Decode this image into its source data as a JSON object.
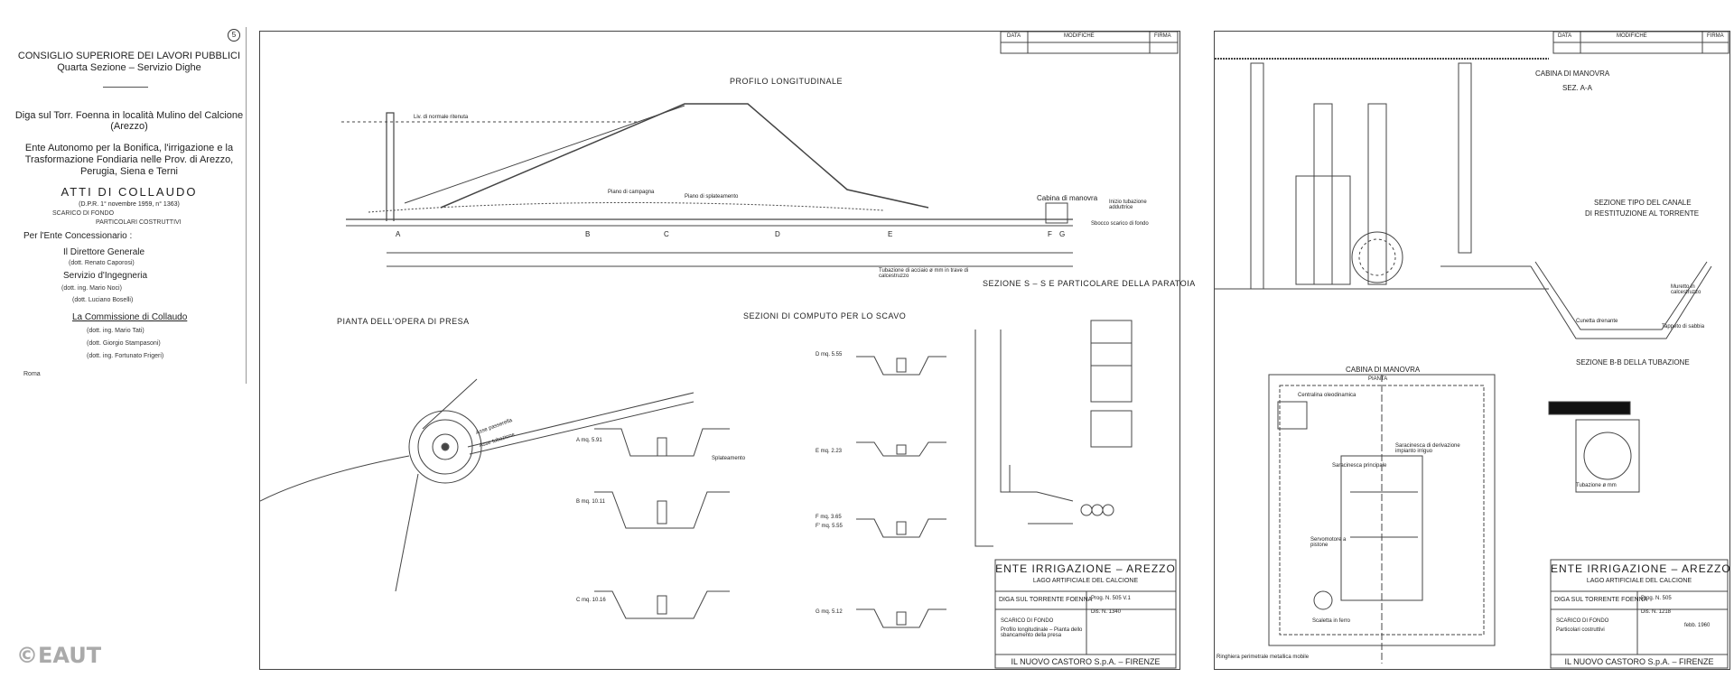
{
  "cover": {
    "page_no": "5",
    "line1": "CONSIGLIO SUPERIORE DEI LAVORI PUBBLICI",
    "line2": "Quarta Sezione  –  Servizio Dighe",
    "dam1": "Diga sul Torr. Foenna in località Mulino del Calcione",
    "dam2": "(Arezzo)",
    "ente1": "Ente Autonomo per la Bonifica, l'irrigazione e la",
    "ente2": "Trasformazione Fondiaria nelle Prov. di Arezzo,",
    "ente3": "Perugia, Siena e Terni",
    "atti": "ATTI DI COLLAUDO",
    "atti_sub": "(D.P.R. 1° novembre 1959, n° 1363)",
    "scarico": "SCARICO DI FONDO",
    "particolari": "PARTICOLARI COSTRUTTIVI",
    "per_ente": "Per l'Ente Concessionario :",
    "direttore": "Il Direttore Generale",
    "direttore_name": "(dott. Renato Caporosi)",
    "servizio": "Servizio d'Ingegneria",
    "servizio_n1": "(dott. ing. Mario Noci)",
    "servizio_n2": "(dott. Luciano Boselli)",
    "commissione": "La Commissione di Collaudo",
    "comm_n1": "(dott. ing. Mario Tati)",
    "comm_n2": "(dott. Giorgio Stampasoni)",
    "comm_n3": "(dott. ing. Fortunato Frigeri)",
    "roma": "Roma"
  },
  "sheet1": {
    "rev_data": "DATA",
    "rev_mod": "MODIFICHE",
    "rev_firma": "FIRMA",
    "profilo": "PROFILO LONGITUDINALE",
    "liv_normale": "Liv. di normale ritenuta",
    "piano_campagna": "Piano di campagna",
    "piano_spl": "Piano di splateamento",
    "cabina": "Cabina di manovra",
    "inizio_tub": "Inizio tubazione adduttrice",
    "sbocco": "Sbocco scarico di fondo",
    "tubazione_acc": "Tubazione di acciaio ø mm in trave di calcestruzzo",
    "sezioni_label": "SEZIONE  S – S  E PARTICOLARE DELLA PARATOIA",
    "pianta_label": "PIANTA DELL'OPERA DI PRESA",
    "sezioni_computo": "SEZIONI DI COMPUTO PER LO SCAVO",
    "asse_passerella": "Asse passerella",
    "asse_tubazione": "Asse tubazione",
    "splateamento": "Splateamento",
    "stations": [
      "A",
      "B",
      "C",
      "D",
      "E",
      "F",
      "G"
    ],
    "sec_A": "A  mq. 5.91",
    "sec_B": "B  mq. 10.11",
    "sec_C": "C  mq. 10.16",
    "sec_D": "D  mq. 5.55",
    "sec_E": "E  mq. 2.23",
    "sec_F": "F  mq. 3.65",
    "sec_F2": "F'  mq. 5.55",
    "sec_G": "G  mq. 5.12",
    "tb_title": "ENTE  IRRIGAZIONE – AREZZO",
    "tb_sub": "LAGO ARTIFICIALE DEL CALCIONE",
    "tb_diga": "DIGA SUL TORRENTE FOENNA",
    "tb_scarico": "SCARICO DI FONDO",
    "tb_desc": "Profilo longitudinale – Pianta dello sbancamento della presa",
    "tb_footer": "IL NUOVO CASTORO S.p.A. – FIRENZE",
    "tb_prog": "Prog. N. 505 V.1",
    "tb_dis": "Dis. N. 1340"
  },
  "sheet2": {
    "rev_data": "DATA",
    "rev_mod": "MODIFICHE",
    "rev_firma": "FIRMA",
    "cabina_title": "CABINA DI MANOVRA",
    "sez_aa": "SEZ. A-A",
    "sez_canale1": "SEZIONE TIPO DEL CANALE",
    "sez_canale2": "DI RESTITUZIONE AL TORRENTE",
    "sez_bb": "SEZIONE  B-B  DELLA TUBAZIONE",
    "cabina_pianta": "CABINA DI MANOVRA",
    "pianta": "PIANTA",
    "centralina": "Centralina oleodinamica",
    "saracinesca_p": "Saracinesca principale",
    "saracinesca_d": "Saracinesca di derivazione impianto irriguo",
    "servomotore": "Servomotore a pistone",
    "scaletta": "Scaletta in ferro",
    "mareggiata": "Muretto in calcestruzzo",
    "cunetta": "Cunetta drenante",
    "tappeto": "Tappeto di sabbia",
    "tubazione": "Tubazione ø mm",
    "ringhiera": "Ringhiera perimetrale metallica mobile",
    "tb_title": "ENTE  IRRIGAZIONE – AREZZO",
    "tb_sub": "LAGO ARTIFICIALE DEL CALCIONE",
    "tb_diga": "DIGA SUL TORRENTE FOENNA",
    "tb_scarico": "SCARICO DI FONDO",
    "tb_desc": "Particolari costruttivi",
    "tb_footer": "IL NUOVO CASTORO S.p.A. – FIRENZE",
    "tb_prog": "Prog. N. 505",
    "tb_dis": "Dis. N. 1218",
    "tb_date": "febb. 1960"
  },
  "watermark": "©EAUT"
}
